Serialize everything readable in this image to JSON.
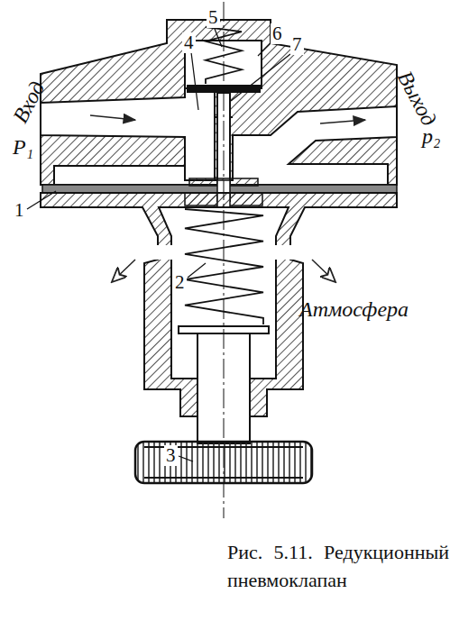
{
  "diagram": {
    "caption": "Рис. 5.11. Редукционный пневмоклапан",
    "labels": [
      "Вход",
      "P₁",
      "Выход",
      "p₂",
      "Атмосфера",
      "1",
      "2",
      "3",
      "4",
      "5",
      "6",
      "7"
    ]
  }
}
